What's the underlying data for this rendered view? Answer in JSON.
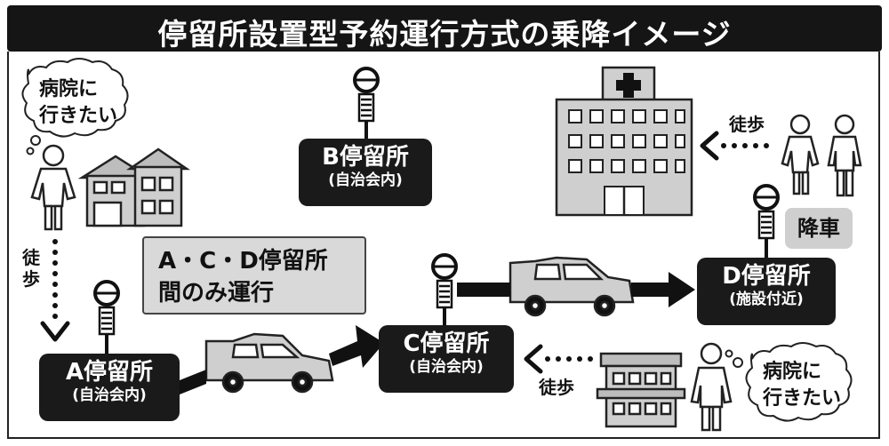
{
  "title": "停留所設置型予約運行方式の乗降イメージ",
  "stops": [
    {
      "id": "A",
      "name": "A停留所",
      "sub": "(自治会内)"
    },
    {
      "id": "B",
      "name": "B停留所",
      "sub": "(自治会内)"
    },
    {
      "id": "C",
      "name": "C停留所",
      "sub": "(自治会内)"
    },
    {
      "id": "D",
      "name": "D停留所",
      "sub": "(施設付近)"
    }
  ],
  "operation_note": {
    "line1": "A・C・D停留所",
    "line2": "間のみ運行"
  },
  "bubbles": [
    {
      "line1": "病院に",
      "line2": "行きたい"
    },
    {
      "line1": "病院に",
      "line2": "行きたい"
    }
  ],
  "walk_label": "徒歩",
  "walk_label_vertical": [
    "徒",
    "歩"
  ],
  "alight_label": "降車",
  "colors": {
    "dark": "#1a1a1a",
    "gray": "#d9d9d9",
    "light_gray": "#cfcfcf",
    "building": "#cccccc"
  }
}
